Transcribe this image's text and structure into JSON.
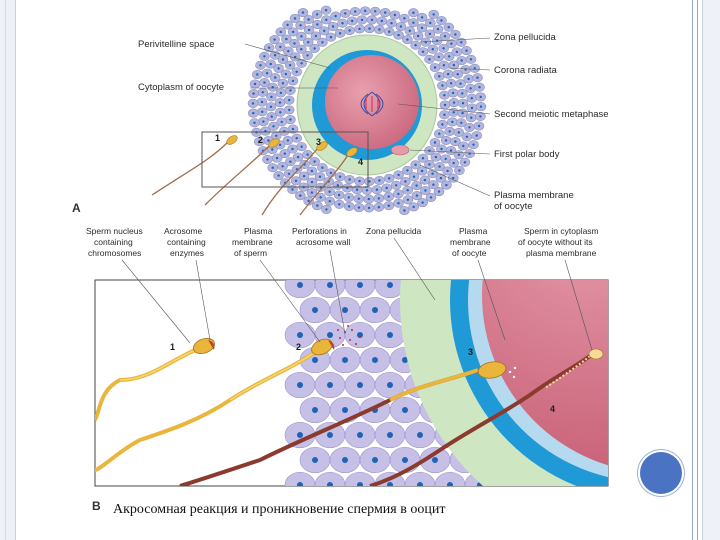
{
  "panel_a": {
    "letter": "A",
    "labels": {
      "perivitelline": "Perivitelline space",
      "cytoplasm": "Cytoplasm of oocyte",
      "zona": "Zona pellucida",
      "corona": "Corona radiata",
      "meiotic": "Second meiotic metaphase",
      "polar": "First polar body",
      "membrane_line1": "Plasma membrane",
      "membrane_line2": "of oocyte"
    },
    "sperm_numbers": [
      "1",
      "2",
      "3",
      "4"
    ]
  },
  "panel_b": {
    "letter": "B",
    "headers": {
      "nucleus": [
        "Sperm nucleus",
        "containing",
        "chromosomes"
      ],
      "acrosome": [
        "Acrosome",
        "containing",
        "enzymes"
      ],
      "membrane_sperm": [
        "Plasma",
        "membrane",
        "of sperm"
      ],
      "perforations": [
        "Perforations in",
        "acrosome wall"
      ],
      "zona": [
        "Zona pellucida"
      ],
      "membrane_oocyte": [
        "Plasma",
        "membrane",
        "of oocyte"
      ],
      "sperm_cytoplasm": [
        "Sperm in cytoplasm",
        "of oocyte without its",
        "plasma membrane"
      ]
    },
    "sperm_numbers": [
      "1",
      "2",
      "3",
      "4"
    ]
  },
  "caption": "Акросомная реакция и проникновение спермия в ооцит",
  "colors": {
    "corona_cells": "#b3b6dc",
    "zona": "#cfe6c2",
    "perivitelline": "#1f9ad6",
    "cytoplasm": "#d97a8e",
    "sperm": "#e9b53b",
    "sperm_dark": "#8b3a2e",
    "accent_circle": "#4a73c4"
  }
}
